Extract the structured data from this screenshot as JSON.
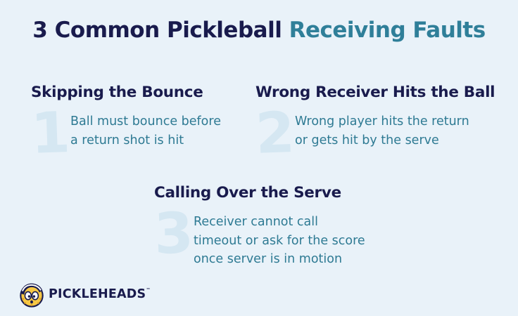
{
  "title": {
    "prefix": "3 Common Pickleball ",
    "accent": "Receiving Faults"
  },
  "faults": [
    {
      "number": "1",
      "heading": "Skipping the Bounce",
      "description": "Ball must bounce before\na return shot is hit"
    },
    {
      "number": "2",
      "heading": "Wrong Receiver Hits the Ball",
      "description": "Wrong player hits the return\nor gets hit by the serve"
    },
    {
      "number": "3",
      "heading": "Calling Over the Serve",
      "description": "Receiver cannot call\ntimeout or ask for the score\nonce server is in motion"
    }
  ],
  "logo": {
    "brand": "Pickleheads",
    "trademark": "™",
    "icon": "pickleball-smiley-icon"
  },
  "colors": {
    "background": "#E9F2F9",
    "navy": "#191B4D",
    "teal_accent": "#2F7F99",
    "teal_body": "#2E7A93",
    "number_pale": "#D5E7F2",
    "ball_yellow": "#F7C844"
  }
}
